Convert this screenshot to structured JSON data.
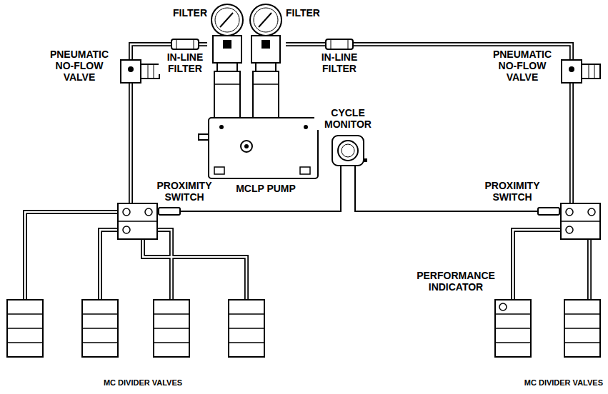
{
  "diagram": {
    "labels": [
      "FILTER",
      "FILTER",
      "IN-LINE FILTER",
      "IN-LINE FILTER",
      "PNEUMATIC NO-FLOW VALVE",
      "PNEUMATIC NO-FLOW VALVE",
      "MCLP PUMP",
      "CYCLE MONITOR",
      "PROXIMITY SWITCH",
      "PROXIMITY SWITCH",
      "PERFORMANCE INDICATOR",
      "MC DIVIDER VALVES",
      "MC DIVIDER VALVES"
    ]
  }
}
